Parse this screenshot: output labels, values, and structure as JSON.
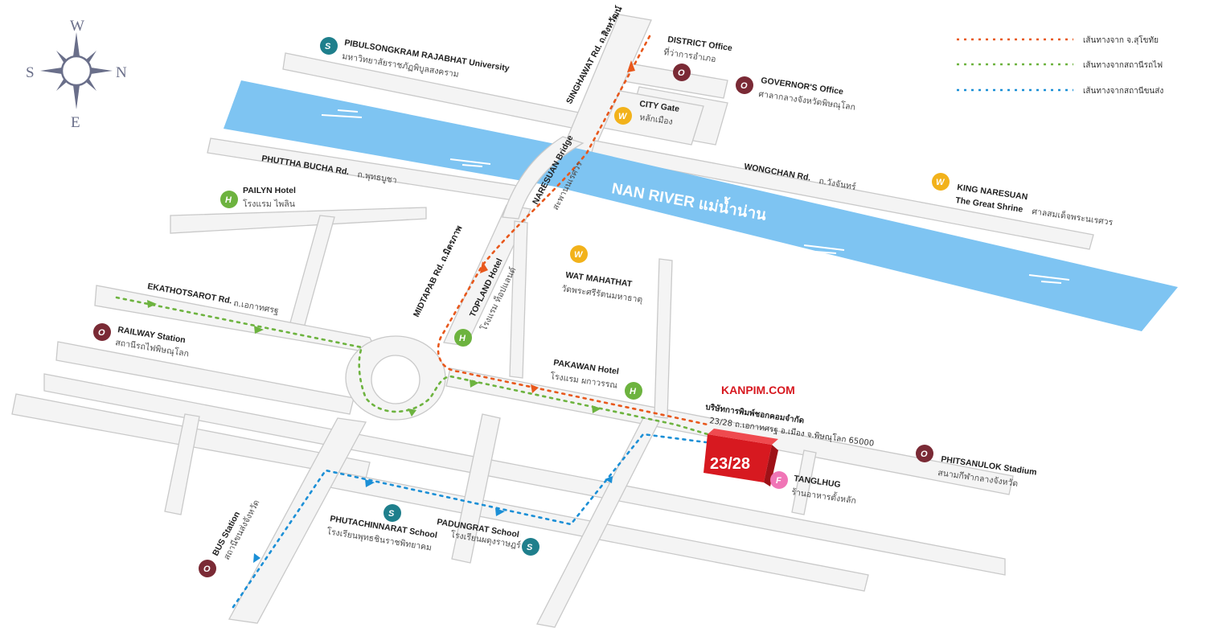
{
  "compass": {
    "top": "W",
    "left": "S",
    "right": "N",
    "bottom": "E"
  },
  "legend": [
    {
      "label": "เส้นทางจาก จ.สุโขทัย",
      "color": "#e8581c"
    },
    {
      "label": "เส้นทางจากสถานีรถไฟ",
      "color": "#6db33f"
    },
    {
      "label": "เส้นทางจากสถานีขนส่ง",
      "color": "#1b8fd6"
    }
  ],
  "river": {
    "label": "NAN RIVER  แม่น้ำน่าน",
    "color": "#7ec4f2"
  },
  "roads": {
    "singhawat": "SINGHAWAT Rd. ถ.สิงหวัฒน์",
    "naresuan_bridge": "NARESUAN Bridge",
    "naresuan_bridge_th": "สะพานนเรศวร",
    "phuttha_bucha": "PHUTTHA BUCHA Rd.",
    "phuttha_bucha_th": "ถ.พุทธบูชา",
    "wongchan": "WONGCHAN Rd.",
    "wongchan_th": "ถ.วังจันทร์",
    "midtapab": "MIDTAPAB Rd. ถ.มิตรภาพ",
    "ekathotsarot": "EKATHOTSAROT Rd.",
    "ekathotsarot_th": "ถ.เอกาทศรฐ"
  },
  "places": {
    "pibulsongkram": {
      "en": "PIBULSONGKRAM RAJABHAT University",
      "th": "มหาวิทยาลัยราชภัฏพิบูลสงคราม",
      "icon": "S"
    },
    "district": {
      "en": "DISTRICT Office",
      "th": "ที่ว่าการอำเภอ",
      "icon": "O"
    },
    "governor": {
      "en": "GOVERNOR'S Office",
      "th": "ศาลากลางจังหวัดพิษณุโลก",
      "icon": "O"
    },
    "city_gate": {
      "en": "CITY Gate",
      "th": "หลักเมือง",
      "icon": "W"
    },
    "king_naresuan": {
      "en": "KING NARESUAN",
      "en2": "The Great Shrine",
      "th": "ศาลสมเด็จพระนเรศวร",
      "icon": "W"
    },
    "pailyn": {
      "en": "PAILYN Hotel",
      "th": "โรงแรม ไพลิน",
      "icon": "H"
    },
    "wat_mahathat": {
      "en": "WAT MAHATHAT",
      "th": "วัดพระศรีรัตนมหาธาตุ",
      "icon": "W"
    },
    "topland": {
      "en": "TOPLAND Hotel",
      "th": "โรงแรม ท็อปแลนด์",
      "icon": "H"
    },
    "railway": {
      "en": "RAILWAY Station",
      "th": "สถานีรถไฟพิษณุโลก",
      "icon": "O"
    },
    "pakawan": {
      "en": "PAKAWAN Hotel",
      "th": "โรงแรม ผกาวรรณ",
      "icon": "H"
    },
    "phitsanulok_stadium": {
      "en": "PHITSANULOK Stadium",
      "th": "สนามกีฬากลางจังหวัด",
      "icon": "O"
    },
    "tanglhug": {
      "en": "TANGLHUG",
      "th": "ร้านอาหารตั้งหลัก",
      "icon": "F"
    },
    "phutachinnarat": {
      "en": "PHUTACHINNARAT School",
      "th": "โรงเรียนพุทธชินราชพิทยาคม",
      "icon": "S"
    },
    "padungrat": {
      "en": "PADUNGRAT School",
      "th": "โรงเรียนผดุงราษฎร์",
      "icon": "S"
    },
    "bus_station": {
      "en": "BUS Station",
      "th": "สถานีขนส่งจังหวัด",
      "icon": "O"
    }
  },
  "kanpim": {
    "brand": "KANPIM.COM",
    "company": "บริษัทการพิมพ์ชอกคอมจำกัด",
    "address": "23/28 ถ.เอกาทศรฐ อ.เมือง จ.พิษณุโลก 65000",
    "building_no": "23/28",
    "color": "#d71920"
  },
  "icon_colors": {
    "S": "#1f7f8c",
    "O": "#7a2a35",
    "W": "#f2b21b",
    "H": "#6db33f",
    "F": "#f075b6"
  }
}
